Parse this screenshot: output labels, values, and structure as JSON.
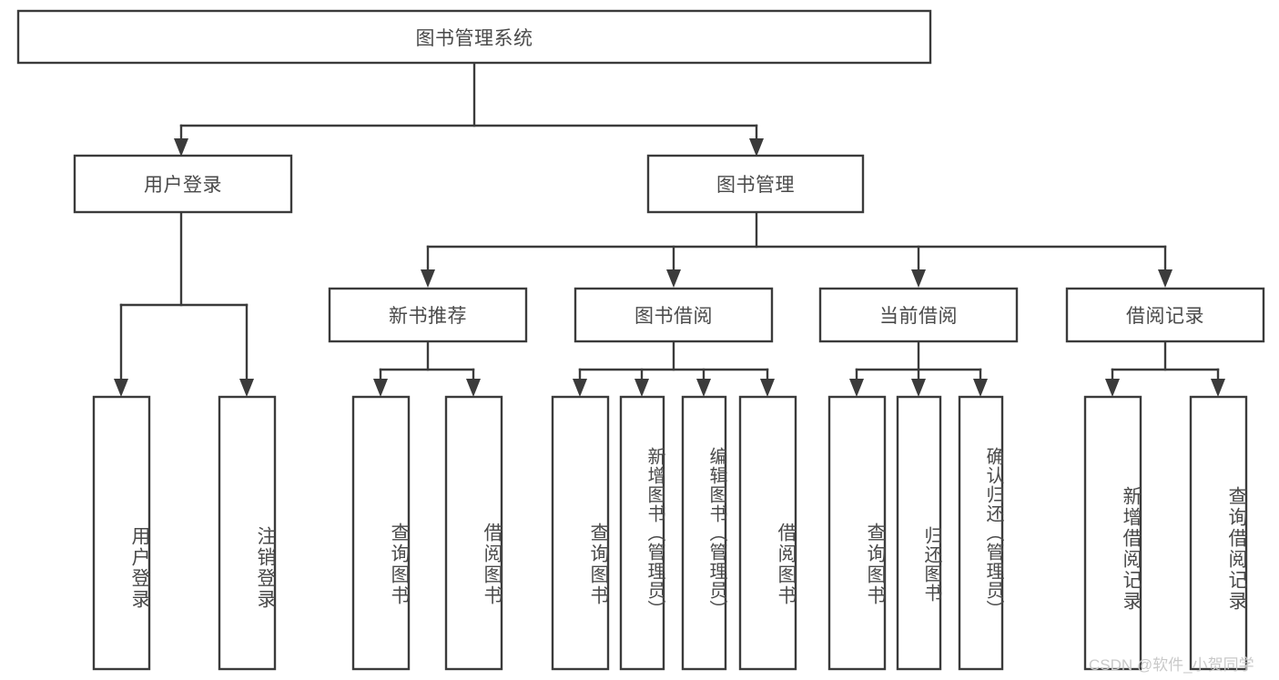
{
  "diagram": {
    "type": "tree-hierarchy-functional-decomposition",
    "title": "图书管理系统",
    "watermark": "CSDN @软件_小贺同学",
    "colors": {
      "stroke": "#3b3b3b",
      "box_fill": "#ffffff",
      "text": "#4a4a4a",
      "background": "#ffffff",
      "watermark": "#c9c9c9"
    },
    "levels": [
      {
        "level": 0,
        "nodes": [
          {
            "id": "root",
            "label": "图书管理系统",
            "orientation": "horizontal"
          }
        ]
      },
      {
        "level": 1,
        "nodes": [
          {
            "id": "user-login",
            "label": "用户登录",
            "orientation": "horizontal",
            "parent": "root"
          },
          {
            "id": "book-manage",
            "label": "图书管理",
            "orientation": "horizontal",
            "parent": "root"
          }
        ]
      },
      {
        "level": 2,
        "nodes": [
          {
            "id": "new-book-recommend",
            "label": "新书推荐",
            "orientation": "horizontal",
            "parent": "book-manage"
          },
          {
            "id": "book-borrow",
            "label": "图书借阅",
            "orientation": "horizontal",
            "parent": "book-manage"
          },
          {
            "id": "current-borrow",
            "label": "当前借阅",
            "orientation": "horizontal",
            "parent": "book-manage"
          },
          {
            "id": "borrow-record",
            "label": "借阅记录",
            "orientation": "horizontal",
            "parent": "book-manage"
          }
        ]
      },
      {
        "level": 3,
        "nodes": [
          {
            "id": "leaf-user-login",
            "label": "用户登录",
            "orientation": "vertical",
            "parent": "user-login"
          },
          {
            "id": "leaf-user-logout",
            "label": "注销登录",
            "orientation": "vertical",
            "parent": "user-login"
          },
          {
            "id": "leaf-query-book-1",
            "label": "查询图书",
            "orientation": "vertical",
            "parent": "new-book-recommend"
          },
          {
            "id": "leaf-borrow-book-1",
            "label": "借阅图书",
            "orientation": "vertical",
            "parent": "new-book-recommend"
          },
          {
            "id": "leaf-query-book-2",
            "label": "查询图书",
            "orientation": "vertical",
            "parent": "book-borrow"
          },
          {
            "id": "leaf-add-book",
            "label": "新增图书（管理员）",
            "orientation": "vertical",
            "parent": "book-borrow"
          },
          {
            "id": "leaf-edit-book",
            "label": "编辑图书（管理员）",
            "orientation": "vertical",
            "parent": "book-borrow"
          },
          {
            "id": "leaf-borrow-book-2",
            "label": "借阅图书",
            "orientation": "vertical",
            "parent": "book-borrow"
          },
          {
            "id": "leaf-query-book-3",
            "label": "查询图书",
            "orientation": "vertical",
            "parent": "current-borrow"
          },
          {
            "id": "leaf-return-book",
            "label": "归还图书",
            "orientation": "vertical",
            "parent": "current-borrow"
          },
          {
            "id": "leaf-confirm-return",
            "label": "确认归还（管理员）",
            "orientation": "vertical",
            "parent": "current-borrow"
          },
          {
            "id": "leaf-add-record",
            "label": "新增借阅记录",
            "orientation": "vertical",
            "parent": "borrow-record"
          },
          {
            "id": "leaf-query-record",
            "label": "查询借阅记录",
            "orientation": "vertical",
            "parent": "borrow-record"
          }
        ]
      }
    ]
  }
}
